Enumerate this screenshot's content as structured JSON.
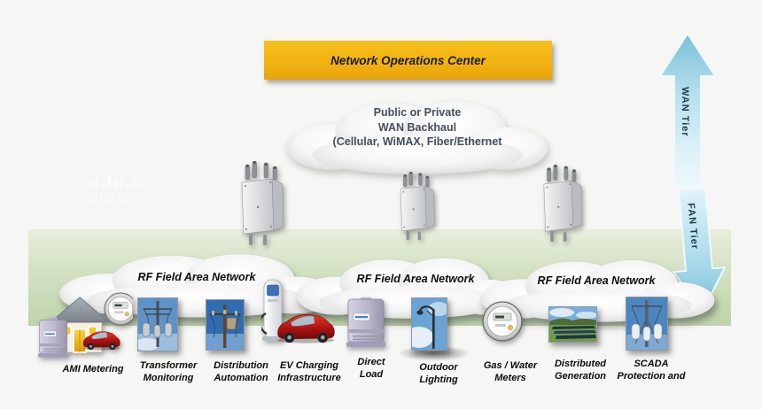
{
  "banner": {
    "label": "Network Operations Center"
  },
  "brand": {
    "name": "CISCO"
  },
  "wan_cloud": {
    "lines": [
      "Public or Private",
      "WAN Backhaul",
      "(Cellular, WiMAX, Fiber/Ethernet"
    ]
  },
  "tiers": {
    "wan": "WAN Tier",
    "fan": "FAN Tier"
  },
  "fan_clouds": [
    {
      "label": "RF Field Area Network"
    },
    {
      "label": "RF Field Area Network"
    },
    {
      "label": "RF Field Area Network"
    }
  ],
  "devices": [
    {
      "id": "ami-metering",
      "label_lines": [
        "AMI Metering"
      ]
    },
    {
      "id": "transformer-monitoring",
      "label_lines": [
        "Transformer",
        "Monitoring"
      ]
    },
    {
      "id": "distribution-automation",
      "label_lines": [
        "Distribution",
        "Automation"
      ]
    },
    {
      "id": "ev-charging-infrastructure",
      "label_lines": [
        "EV Charging",
        "Infrastructure"
      ]
    },
    {
      "id": "direct-load",
      "label_lines": [
        "Direct",
        "Load"
      ]
    },
    {
      "id": "outdoor-lighting",
      "label_lines": [
        "Outdoor",
        "Lighting"
      ]
    },
    {
      "id": "gas-water-meters",
      "label_lines": [
        "Gas / Water",
        "Meters"
      ]
    },
    {
      "id": "distributed-generation",
      "label_lines": [
        "Distributed",
        "Generation"
      ]
    },
    {
      "id": "scada-protection",
      "label_lines": [
        "SCADA",
        "Protection and"
      ]
    }
  ],
  "colors": {
    "banner_bg": "#F2B211",
    "tier_arrow_blue": "#8FCDE2",
    "field_band_green": "#C3D7B0"
  }
}
